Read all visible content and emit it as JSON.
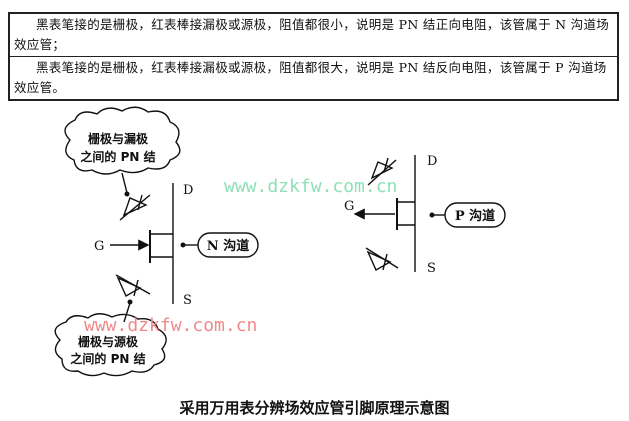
{
  "table": {
    "rows": [
      "黑表笔接的是栅极，红表棒接漏极或源极，阻值都很小，说明是 PN 结正向电阻，该管属于 N 沟道场效应管；",
      "黑表笔接的是栅极，红表棒接漏极或源极，阻值都很大，说明是 PN 结反向电阻，该管属于 P 沟道场效应管。"
    ]
  },
  "left_diagram": {
    "cloud_top": [
      "栅极与漏极",
      "之间的 PN 结"
    ],
    "cloud_bottom": [
      "栅极与源极",
      "之间的 PN 结"
    ],
    "drain": "D",
    "source": "S",
    "gate": "G",
    "channel": "N 沟道"
  },
  "right_diagram": {
    "drain": "D",
    "source": "S",
    "gate": "G",
    "channel": "P 沟道"
  },
  "watermarks": [
    "www.dzkfw.com.cn",
    "www.dzkfw.com.cn"
  ],
  "watermark_colors": [
    "#8fe0b8",
    "#f08a8a"
  ],
  "caption": "采用万用表分辨场效应管引脚原理示意图"
}
